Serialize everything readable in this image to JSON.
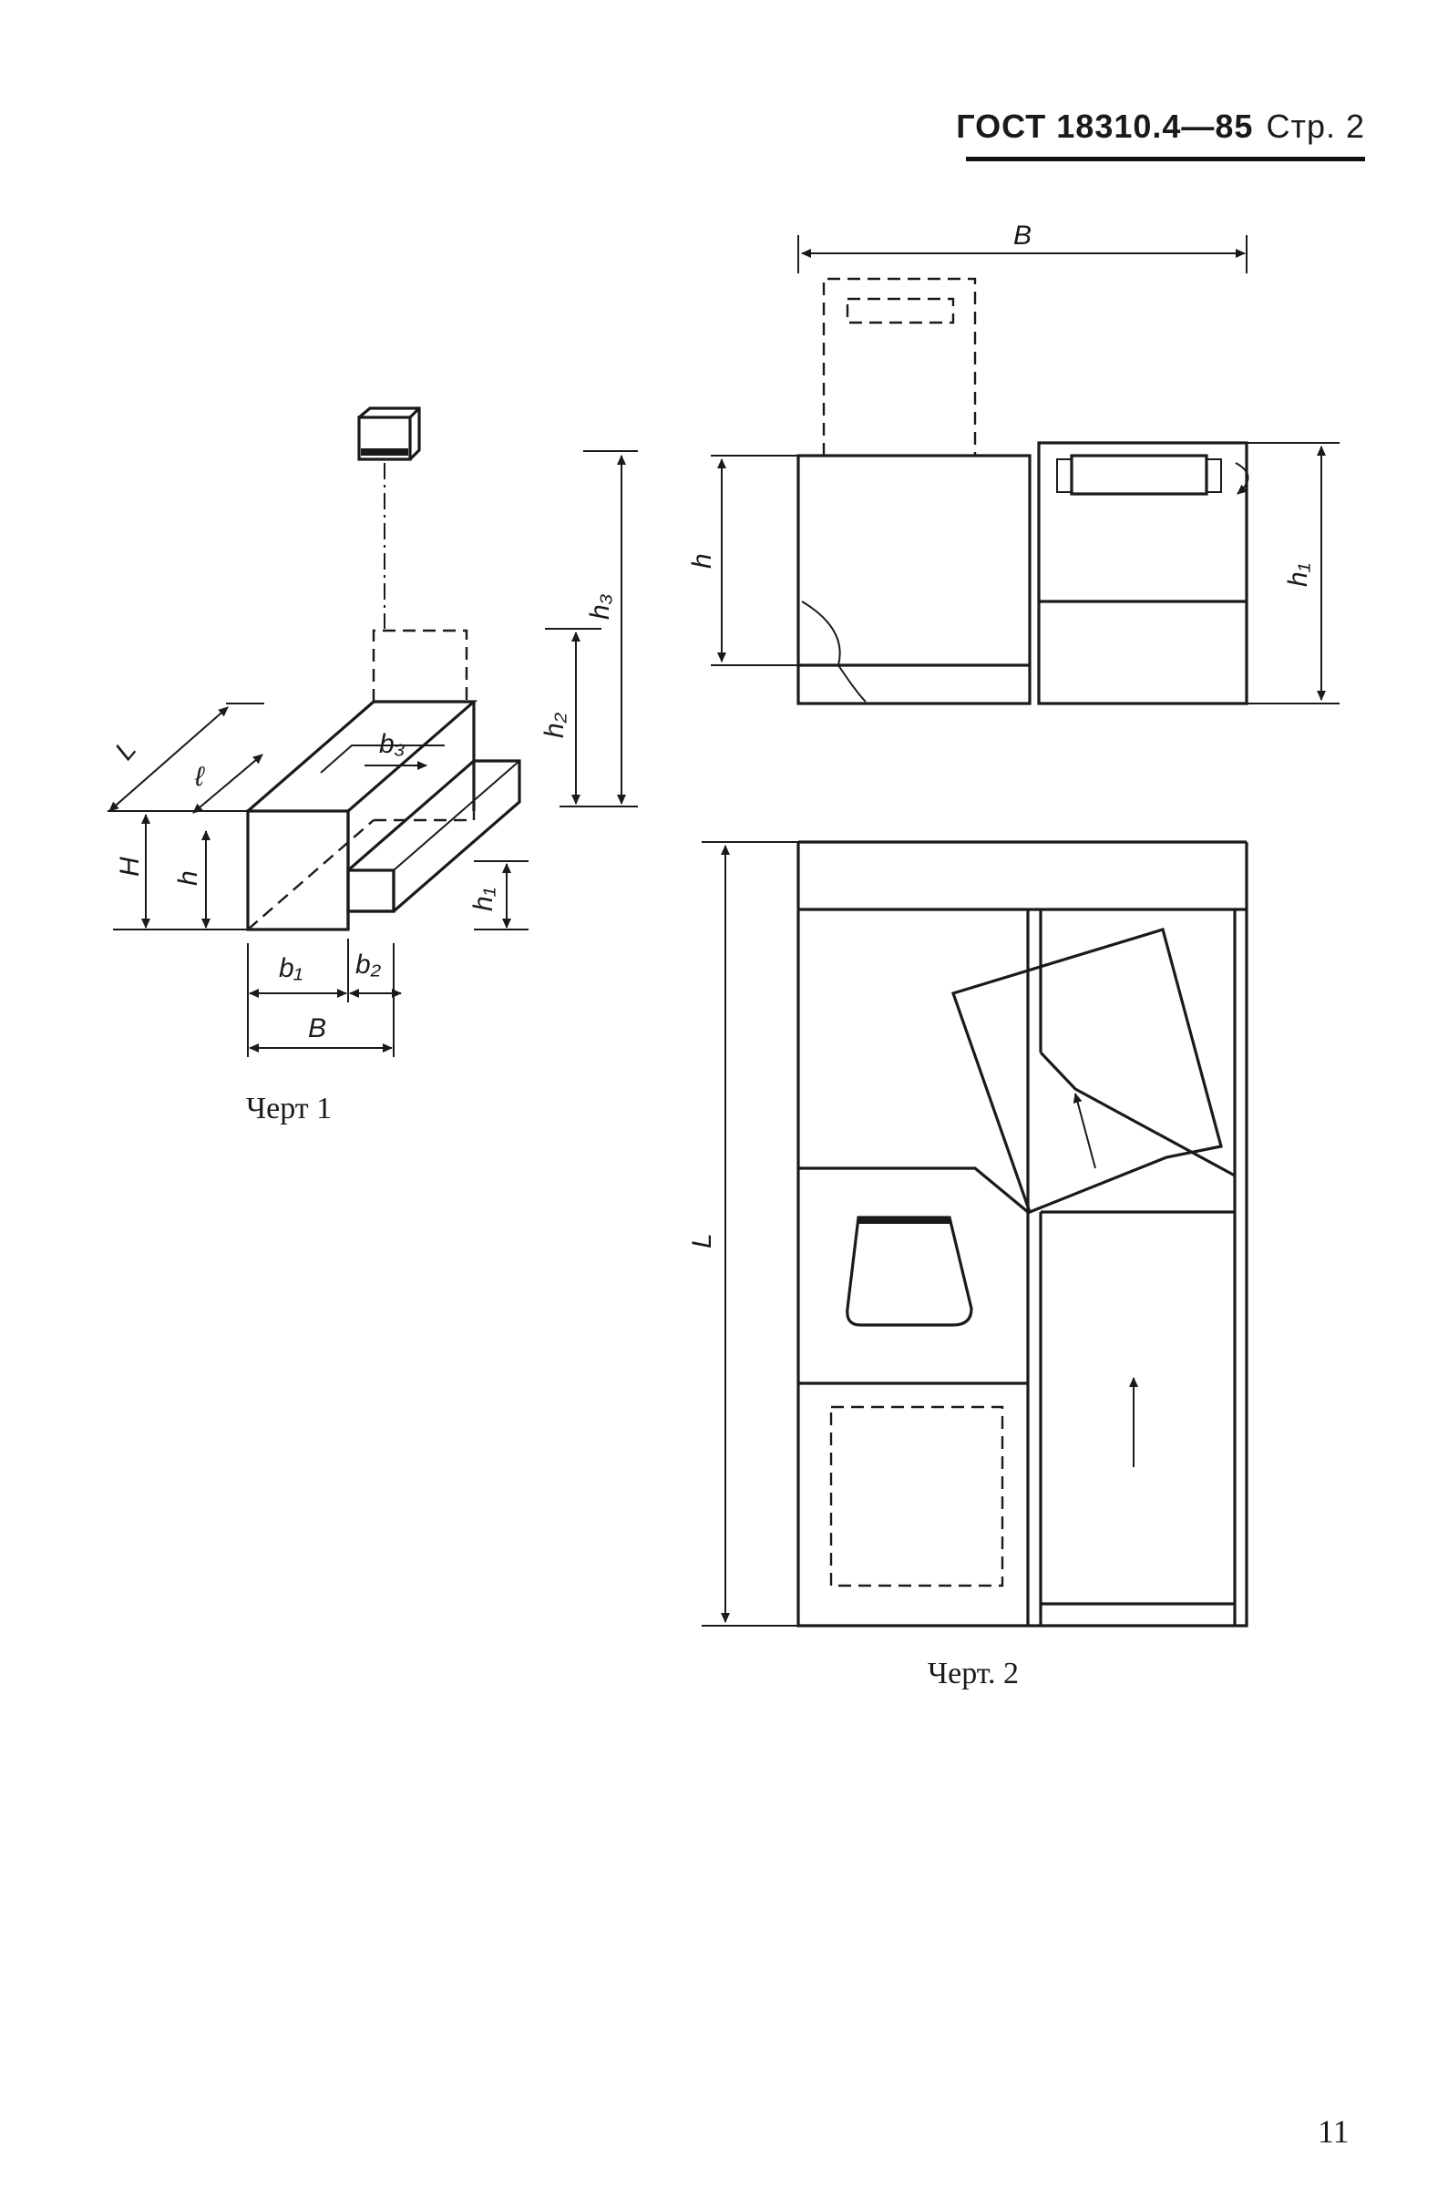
{
  "header": {
    "standard": "ГОСТ 18310.4—85",
    "page": "Стр. 2"
  },
  "figure1": {
    "caption": "Черт 1",
    "labels": {
      "L": "L",
      "l": "ℓ",
      "H": "H",
      "h": "h",
      "h1": "h₁",
      "h2": "h₂",
      "h3": "h₃",
      "b1": "b₁",
      "b2": "b₂",
      "b3": "b₃",
      "B": "B"
    }
  },
  "figure2": {
    "caption": "Черт. 2",
    "labels": {
      "B": "B",
      "h": "h",
      "h1": "h₁",
      "L": "L"
    }
  },
  "page_number": "11"
}
